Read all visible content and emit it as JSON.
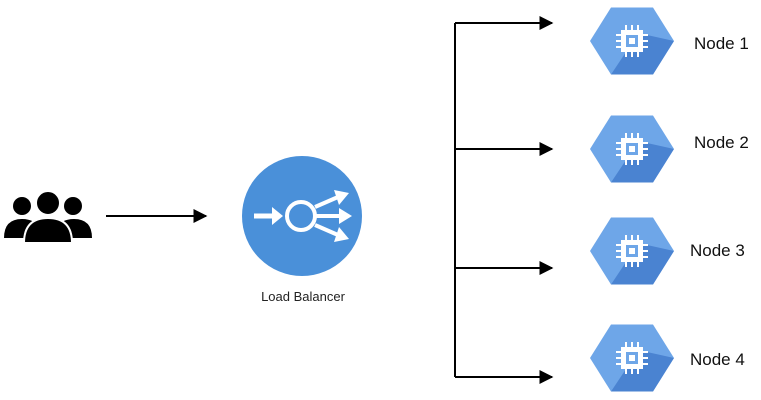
{
  "diagram": {
    "users": {
      "icon": "users-group-icon"
    },
    "load_balancer": {
      "icon": "load-balancer-icon",
      "label": "Load Balancer",
      "color": "#4a90d9"
    },
    "nodes": [
      {
        "label": "Node 1",
        "icon": "compute-chip-icon"
      },
      {
        "label": "Node 2",
        "icon": "compute-chip-icon"
      },
      {
        "label": "Node 3",
        "icon": "compute-chip-icon"
      },
      {
        "label": "Node 4",
        "icon": "compute-chip-icon"
      }
    ],
    "colors": {
      "node_light": "#6ea6e8",
      "node_dark": "#3f77c9",
      "line": "#000000"
    }
  }
}
